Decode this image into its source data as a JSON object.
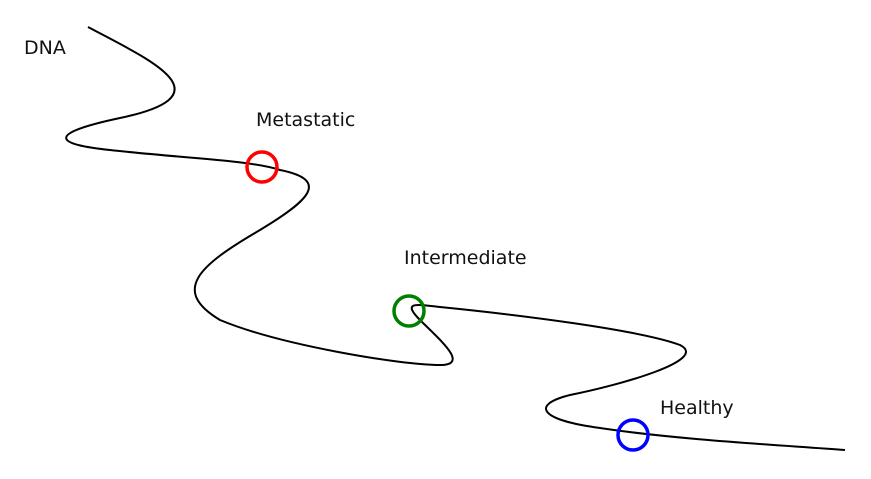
{
  "labels": {
    "dna": "DNA",
    "metastatic": "Metastatic",
    "intermediate": "Intermediate",
    "healthy": "Healthy"
  },
  "colors": {
    "metastatic": "#ff0000",
    "intermediate": "#008000",
    "healthy": "#0000ff",
    "strand": "#000000"
  }
}
